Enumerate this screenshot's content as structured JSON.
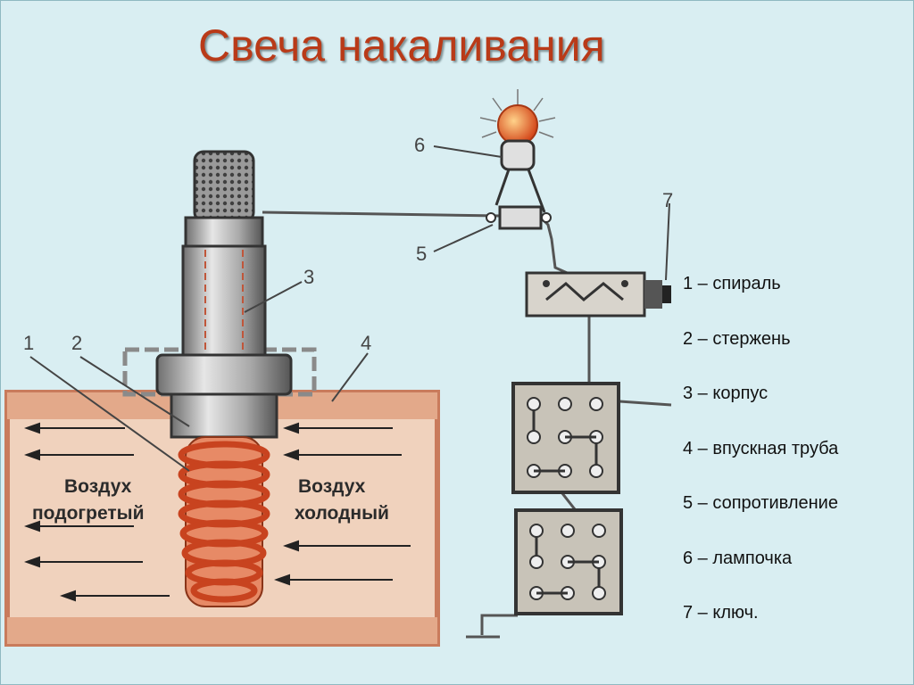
{
  "title": "Свеча накаливания",
  "diagram": {
    "air_heated_line1": "Воздух",
    "air_heated_line2": "подогретый",
    "air_cold_line1": "Воздух",
    "air_cold_line2": "холодный",
    "callouts": [
      "1",
      "2",
      "3",
      "4",
      "5",
      "6",
      "7"
    ]
  },
  "legend": [
    "1 – спираль",
    "2 – стержень",
    "3 – корпус",
    "4 – впускная труба",
    "5 – сопротивление",
    "6 – лампочка",
    "7 – ключ."
  ],
  "colors": {
    "title": "#b93a18",
    "pipe": "#f0d2bd",
    "pipe_border": "#c97b5c",
    "coil": "#c8431f",
    "plug_body": "#b9b9b9",
    "panel": "#c8c3b8",
    "lamp": "#e5632c"
  }
}
